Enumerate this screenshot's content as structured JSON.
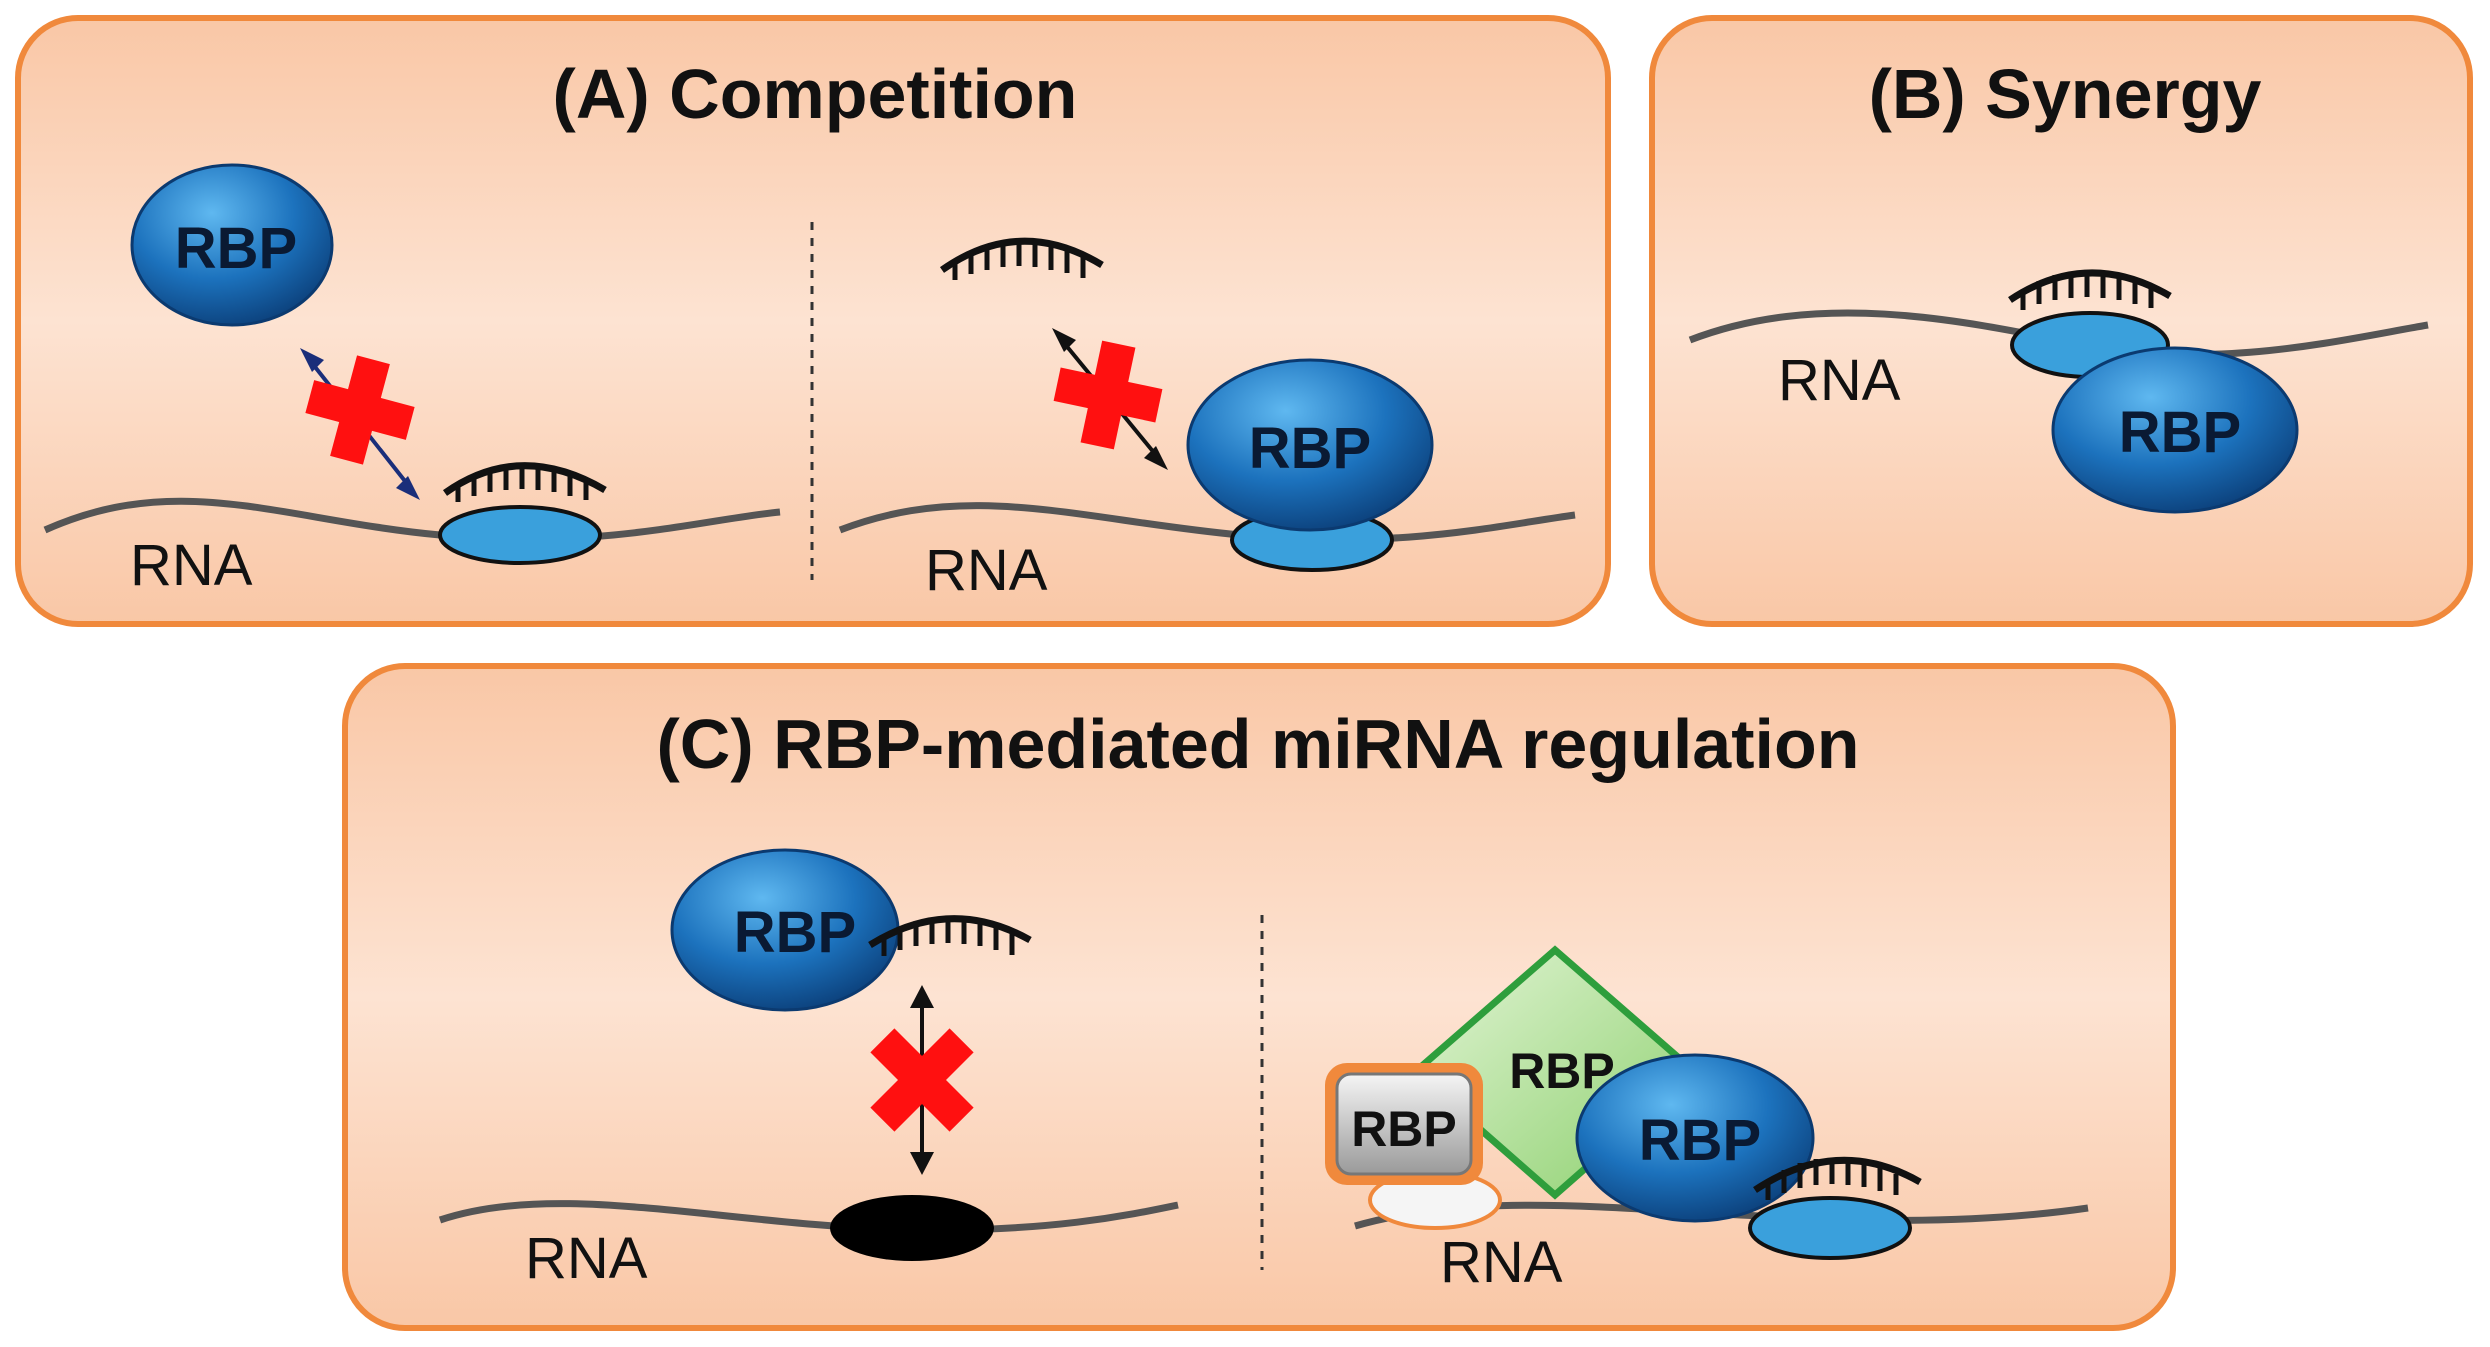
{
  "panels": {
    "a": {
      "title": "(A) Competition"
    },
    "b": {
      "title": "(B) Synergy"
    },
    "c": {
      "title": "(C) RBP-mediated miRNA regulation"
    }
  },
  "labels": {
    "rna": "RNA",
    "rbp": "RBP"
  },
  "colors": {
    "panel_fill": "#fbc9a9",
    "panel_border": "#f0893c",
    "rbp_blue": "#1b6fb8",
    "site_blue": "#3aa0dc",
    "inhibit_red": "#ff1010",
    "rbp_green": "#a9d98e",
    "rbp_grey": "#bdbdbd"
  }
}
